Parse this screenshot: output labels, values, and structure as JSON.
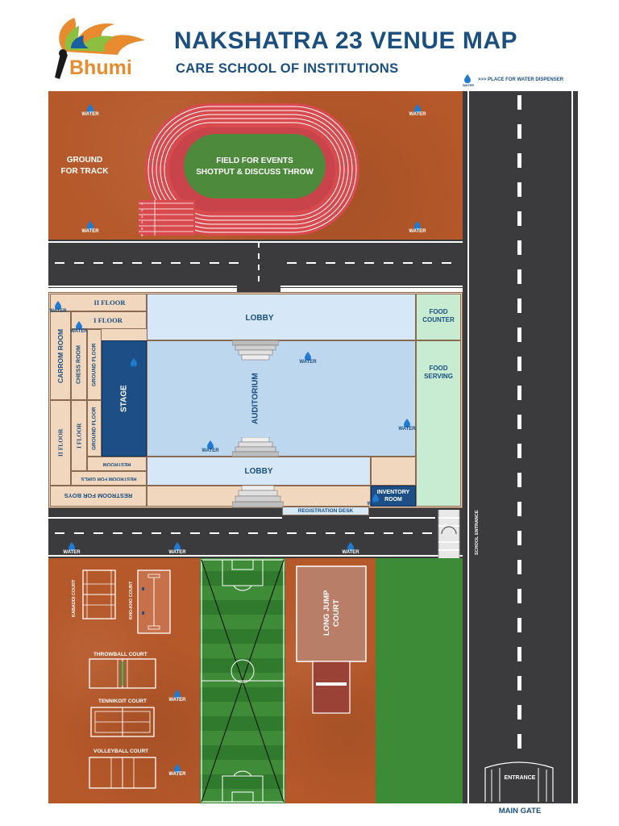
{
  "header": {
    "logo_text": "Bhumi",
    "title": "NAKSHATRA 23 VENUE MAP",
    "subtitle": "CARE SCHOOL OF INSTITUTIONS",
    "legend_icon_label": "WATER",
    "legend_text": ">>> PLACE FOR WATER DISPENSER"
  },
  "track_area": {
    "ground_label": "GROUND\nFOR TRACK",
    "field_label": "FIELD FOR EVENTS\nSHOTPUT & DISCUSS THROW",
    "lanes": [
      "1",
      "2",
      "3",
      "4",
      "5",
      "6"
    ]
  },
  "building": {
    "second_floor": "II FLOOR",
    "first_floor": "I FLOOR",
    "carrom_room": "CARROM ROOM",
    "chess_room": "CHESS ROOM",
    "ground_floor": "GROUND FLOOR",
    "stage": "STAGE",
    "lobby_top": "LOBBY",
    "auditorium": "AUDITORIUM",
    "lobby_bottom": "LOBBY",
    "food_counter": "FOOD\nCOUNTER",
    "food_serving": "FOOD\nSERVING",
    "restroom": "RESTROOM",
    "restroom_girls": "RESTROOM FOR GIRLS",
    "restroom_boys": "RESTROOM FOR BOYS",
    "ii_floor_lower": "II FLOOR",
    "i_floor_lower": "I FLOOR",
    "ground_floor_lower": "GROUND FLOOR",
    "inventory_room": "INVENTORY\nROOM",
    "registration_desk": "REGISTRATION DESK"
  },
  "sports_area": {
    "kabaddi": "KABADDI COURT",
    "kho_kho": "KHO-KHO COURT",
    "throwball": "THROWBALL COURT",
    "tennikoit": "TENNIKOIT COURT",
    "volleyball": "VOLLEYBALL COURT",
    "long_jump": "LONG JUMP\nCOURT"
  },
  "roads": {
    "school_entrance": "SCHOOL ENTRANCE",
    "entrance": "ENTRANCE",
    "main_gate": "MAIN GATE"
  },
  "water_label": "WATER",
  "colors": {
    "brand_blue": "#1a4f80",
    "dirt": "#b5582a",
    "road": "#3b3b3d",
    "track": "#d6474c",
    "field": "#4e8a3c"
  }
}
